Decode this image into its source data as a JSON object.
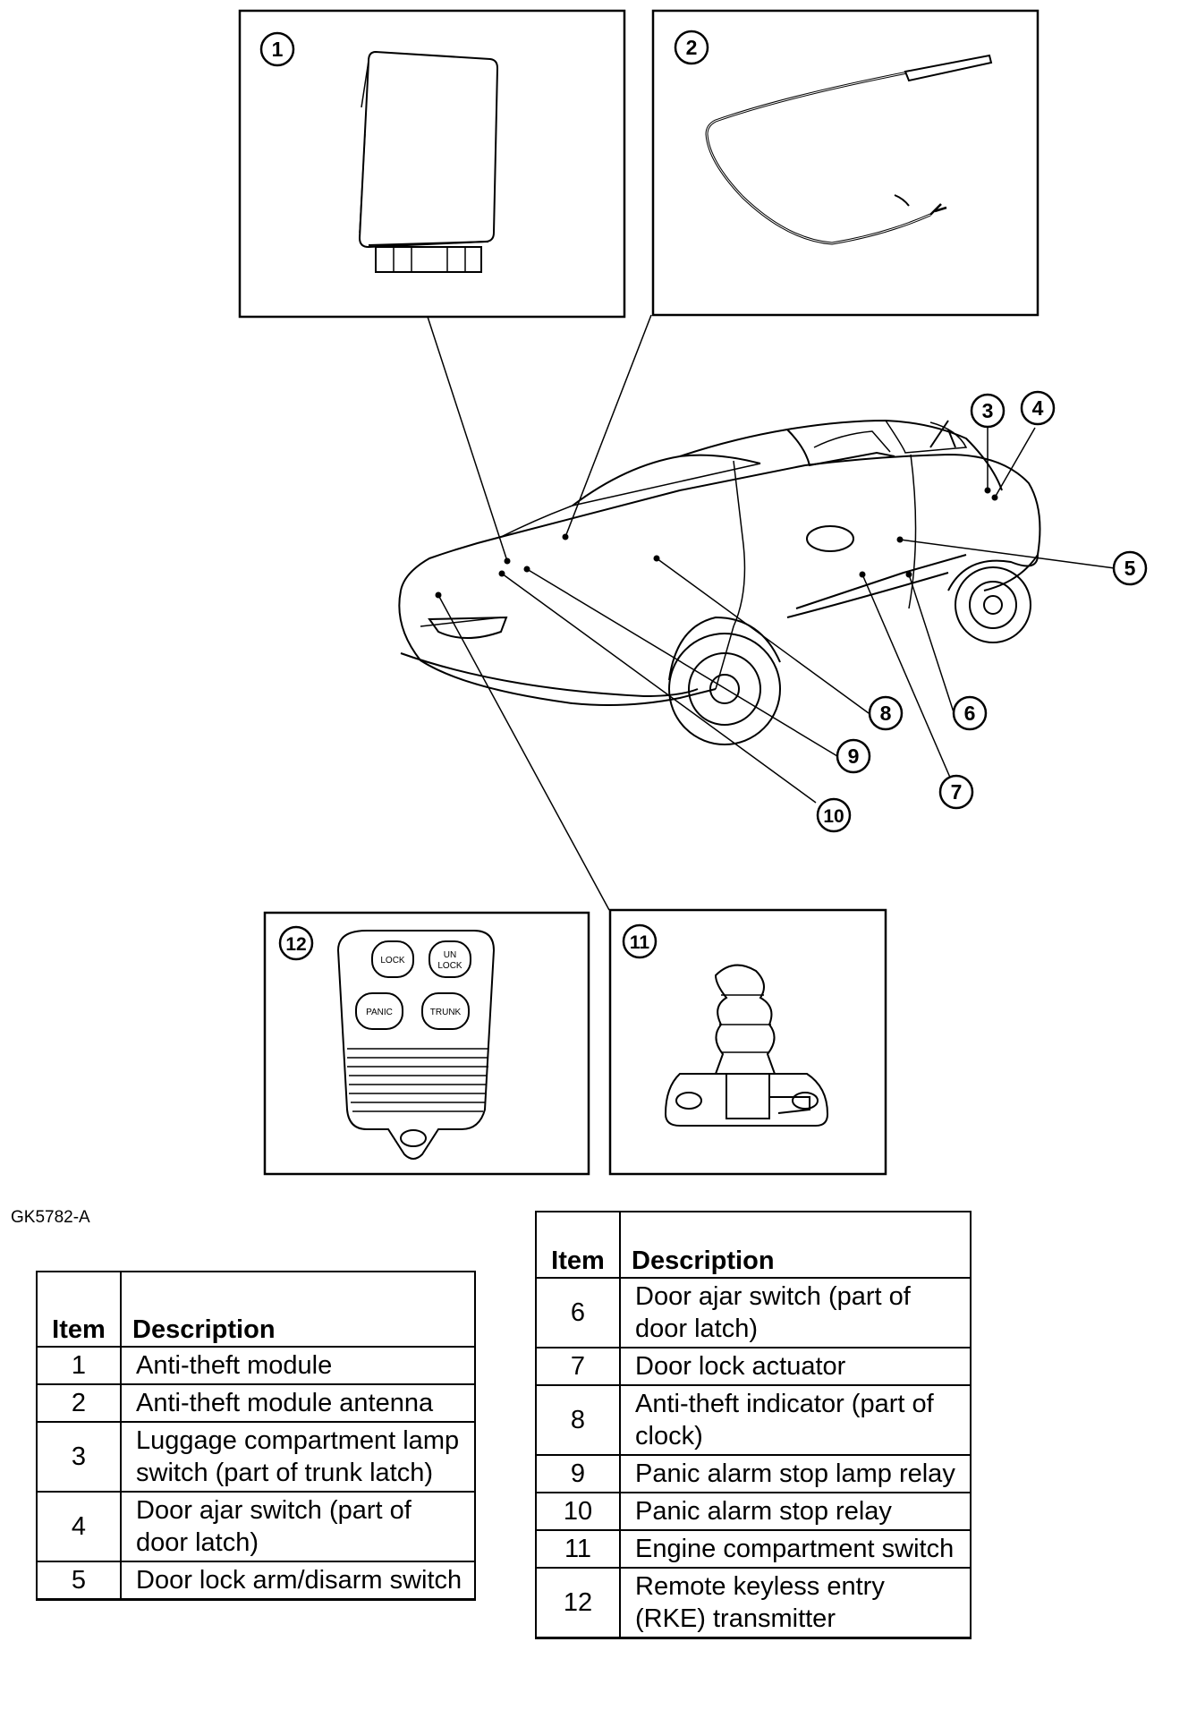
{
  "figure_id": "GK5782-A",
  "callouts": [
    "1",
    "2",
    "3",
    "4",
    "5",
    "6",
    "7",
    "8",
    "9",
    "10",
    "11",
    "12"
  ],
  "remote_buttons": {
    "lock": "LOCK",
    "unlock_line1": "UN",
    "unlock_line2": "LOCK",
    "panic": "PANIC",
    "trunk": "TRUNK"
  },
  "table_left": {
    "header_item": "Item",
    "header_description": "Description",
    "rows": [
      {
        "item": "1",
        "description": "Anti-theft module"
      },
      {
        "item": "2",
        "description": "Anti-theft module antenna"
      },
      {
        "item": "3",
        "description": "Luggage compartment lamp switch (part of trunk latch)"
      },
      {
        "item": "4",
        "description": "Door ajar switch (part of door latch)"
      },
      {
        "item": "5",
        "description": "Door lock arm/disarm switch"
      }
    ]
  },
  "table_right": {
    "header_item": "Item",
    "header_description": "Description",
    "rows": [
      {
        "item": "6",
        "description": "Door ajar switch (part of door latch)"
      },
      {
        "item": "7",
        "description": "Door lock actuator"
      },
      {
        "item": "8",
        "description": "Anti-theft indicator (part of clock)"
      },
      {
        "item": "9",
        "description": "Panic alarm stop lamp relay"
      },
      {
        "item": "10",
        "description": "Panic alarm stop relay"
      },
      {
        "item": "11",
        "description": "Engine compartment switch"
      },
      {
        "item": "12",
        "description": "Remote keyless entry (RKE) transmitter"
      }
    ]
  }
}
